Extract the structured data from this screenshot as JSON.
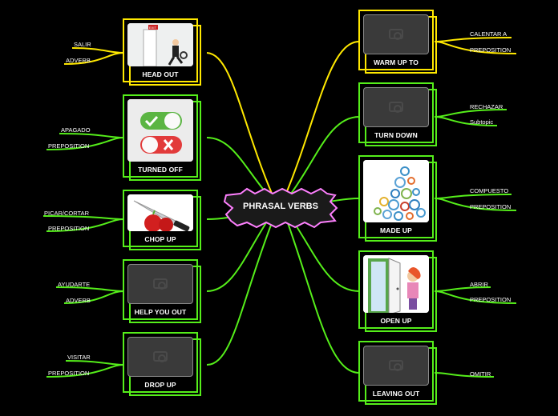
{
  "center": {
    "label": "PHRASAL VERBS"
  },
  "colors": {
    "yellow": "#ffe800",
    "green": "#55ee1a",
    "center_border": "#ff80ff",
    "center_fill": "#1a1a1a"
  },
  "left_nodes": [
    {
      "label": "HEAD OUT",
      "image": "exit-runner-picture",
      "leaves": [
        "SALIR",
        "ADVERB"
      ]
    },
    {
      "label": "TURNED OFF",
      "image": "toggle-switches-picture",
      "leaves": [
        "APAGADO",
        "PREPOSITION"
      ]
    },
    {
      "label": "CHOP UP",
      "image": "knife-apples-picture",
      "leaves": [
        "PICAR/CORTAR",
        "PREPOSITION"
      ]
    },
    {
      "label": "HELP YOU OUT",
      "image": "camera-placeholder",
      "leaves": [
        "AYUDARTE",
        "ADVERB"
      ]
    },
    {
      "label": "DROP UP",
      "image": "camera-placeholder",
      "leaves": [
        "VISITAR",
        "PREPOSITION"
      ]
    }
  ],
  "right_nodes": [
    {
      "label": "WARM UP TO",
      "image": "camera-placeholder",
      "leaves": [
        "CALENTAR A",
        "PREPOSITION"
      ]
    },
    {
      "label": "TURN DOWN",
      "image": "camera-placeholder",
      "leaves": [
        "RECHAZAR",
        "Subtopic"
      ]
    },
    {
      "label": "MADE UP",
      "image": "gears-thumb-picture",
      "leaves": [
        "COMPUESTO",
        "PREPOSITION"
      ]
    },
    {
      "label": "OPEN UP",
      "image": "woman-opening-door-picture",
      "leaves": [
        "ABRIR",
        "PREPOSITION"
      ]
    },
    {
      "label": "LEAVING OUT",
      "image": "camera-placeholder",
      "leaves": [
        "OMITIR"
      ]
    }
  ]
}
